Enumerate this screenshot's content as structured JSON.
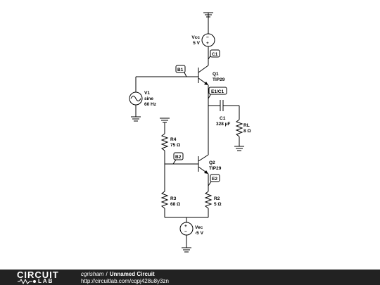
{
  "components": {
    "vcc": {
      "name": "Vcc",
      "value": "5 V"
    },
    "vee": {
      "name": "Vec",
      "value": "-5 V"
    },
    "v1": {
      "name": "V1",
      "type": "sine",
      "freq": "60 Hz"
    },
    "q1": {
      "name": "Q1",
      "part": "TIP29"
    },
    "q2": {
      "name": "Q2",
      "part": "TIP29"
    },
    "c1": {
      "name": "C1",
      "value": "328 µF"
    },
    "rl": {
      "name": "RL",
      "value": "8 Ω"
    },
    "r4": {
      "name": "R4",
      "value": "75 Ω"
    },
    "r3": {
      "name": "R3",
      "value": "68 Ω"
    },
    "r2": {
      "name": "R2",
      "value": "5 Ω"
    }
  },
  "nodes": {
    "c1": "C1",
    "b1": "B1",
    "e1c1": "E1/C1",
    "b2": "B2",
    "e2": "E2"
  },
  "source_symbols": {
    "minus": "−",
    "plus": "+"
  },
  "footer": {
    "logo_top": "CIRCUIT",
    "logo_bottom": "LAB",
    "author": "cgrisham",
    "separator": "/",
    "title": "Unnamed Circuit",
    "url": "http://circuitlab.com/cqpj428u8y3zn"
  }
}
